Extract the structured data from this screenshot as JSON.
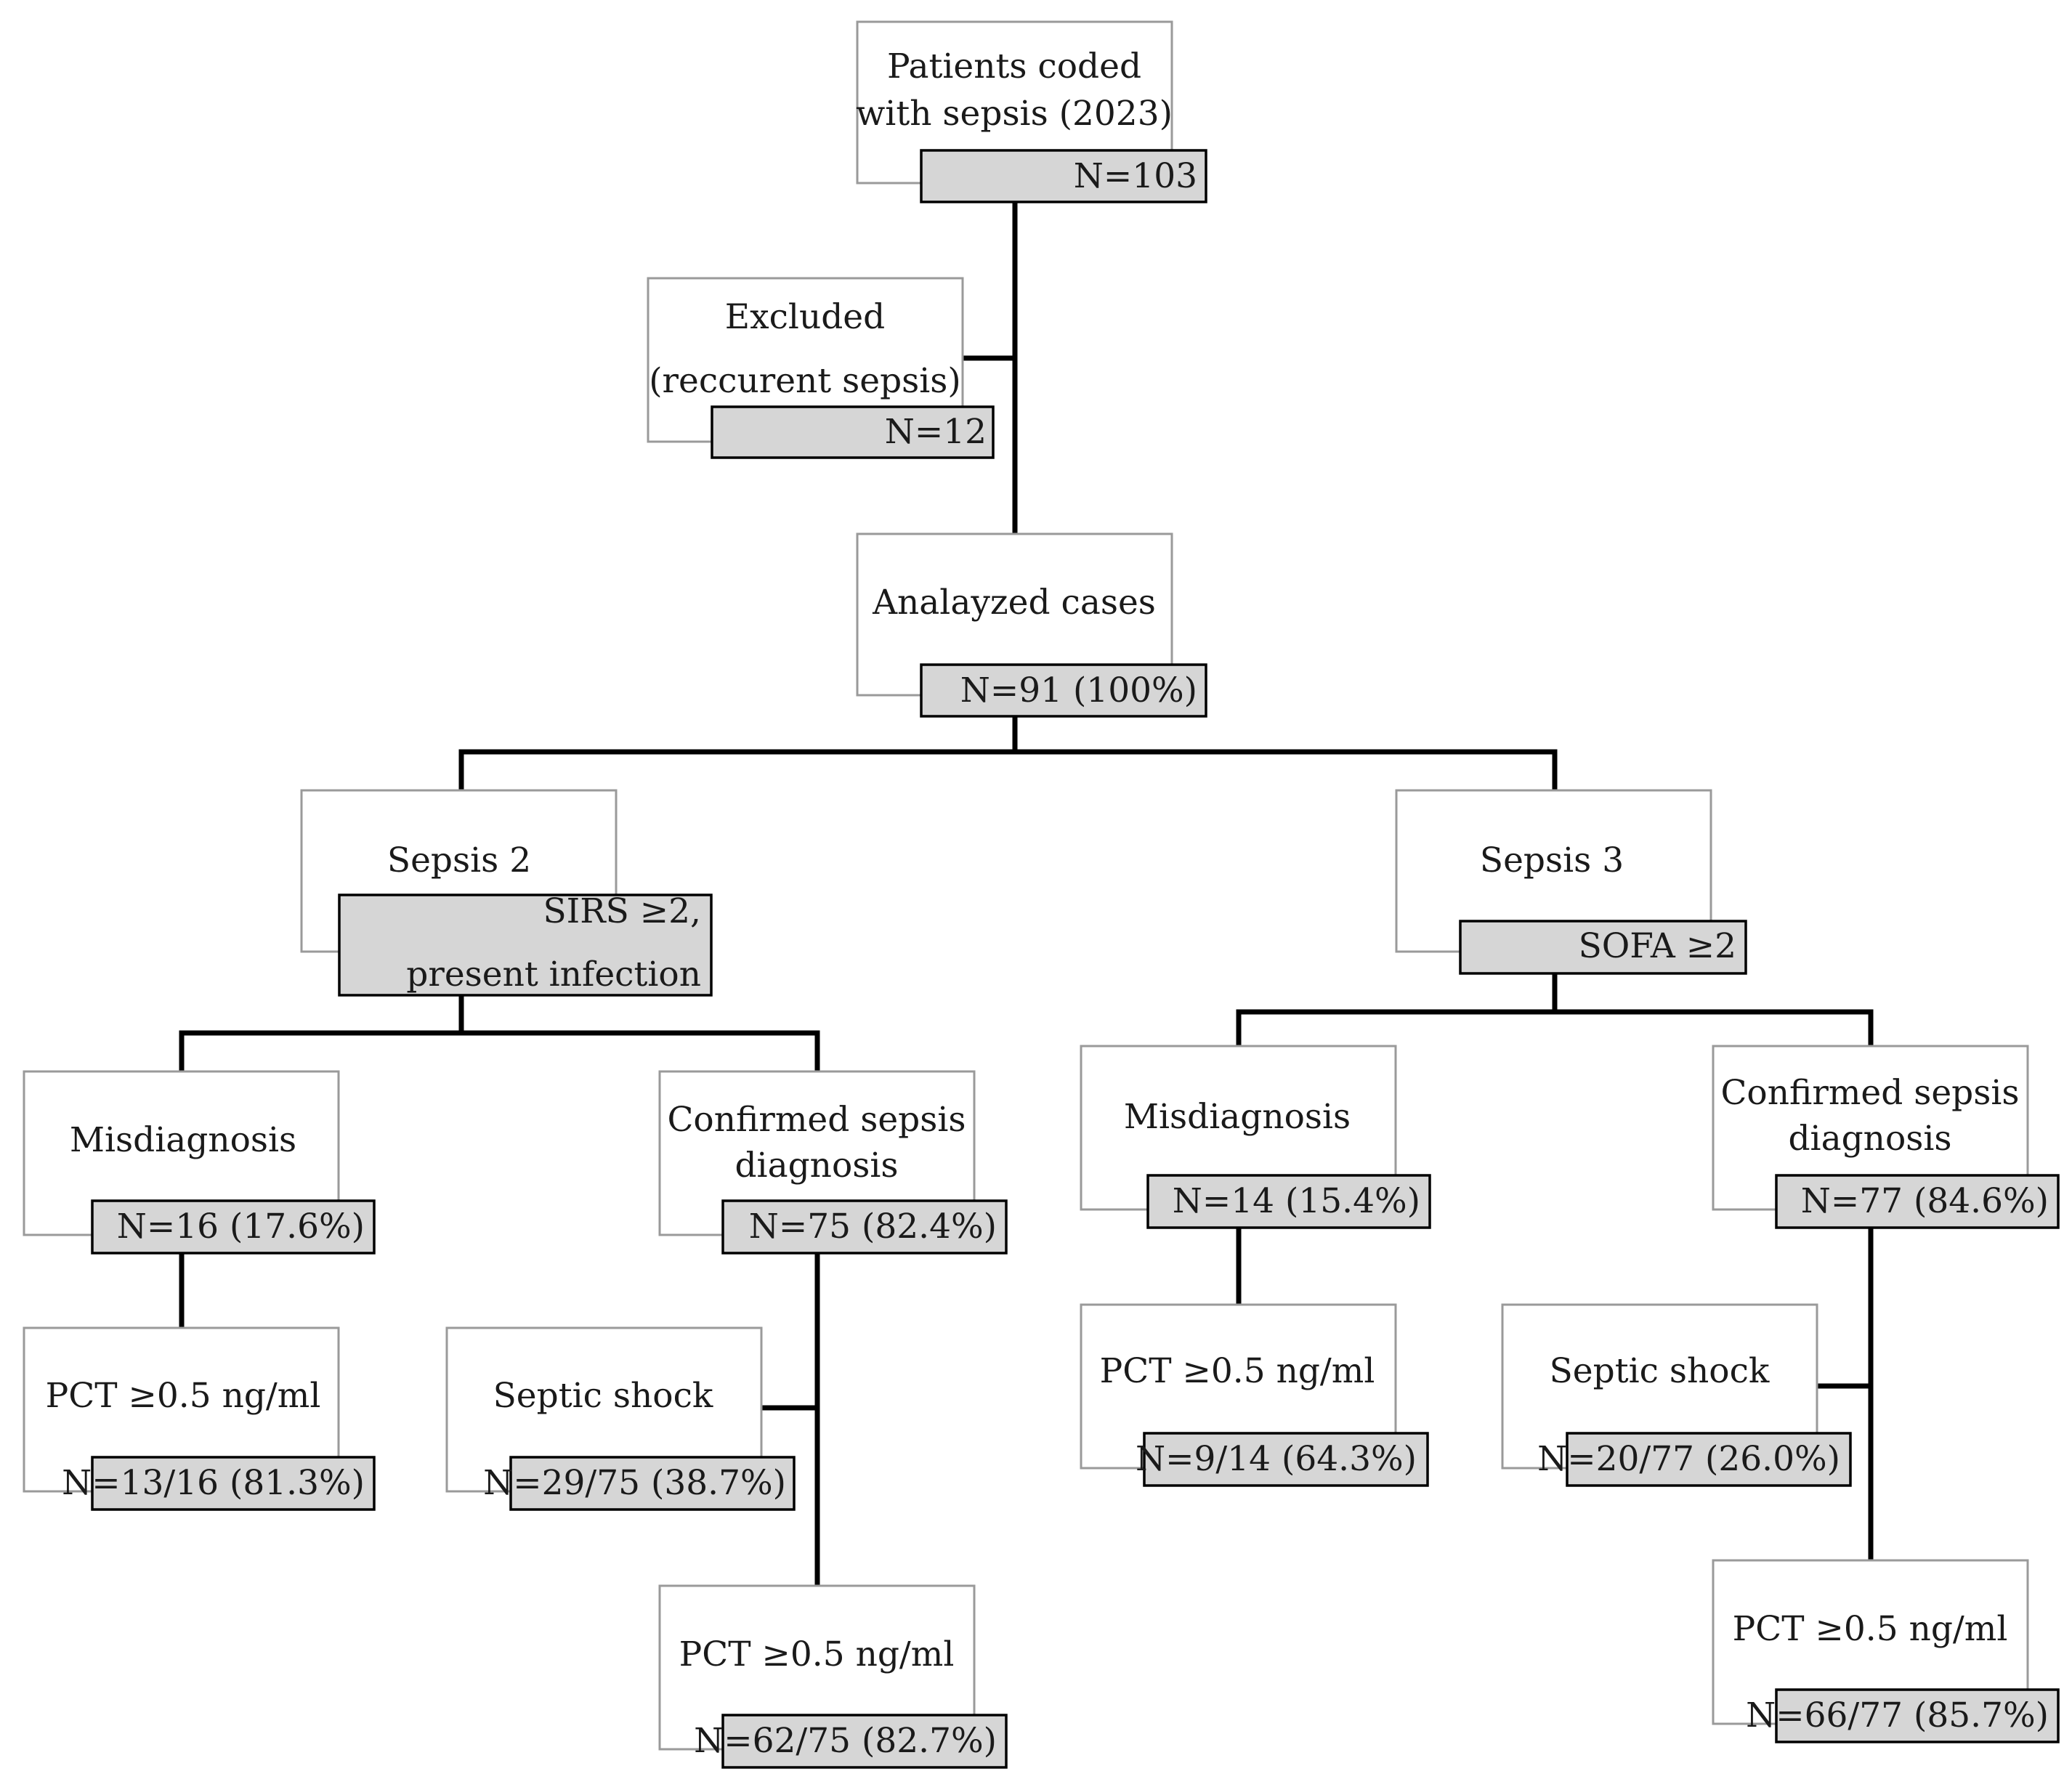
{
  "nodes": {
    "coded": {
      "label_line1": "Patients coded",
      "label_line2": "with sepsis (2023)",
      "count": "N=103"
    },
    "excluded": {
      "label_line1": "Excluded",
      "label_line2": "(reccurent sepsis)",
      "count": "N=12"
    },
    "analyzed": {
      "label": "Analayzed cases",
      "count": "N=91 (100%)"
    },
    "sepsis2": {
      "label": "Sepsis 2",
      "criteria_line1": "SIRS ≥2,",
      "criteria_line2": "present  infection"
    },
    "sepsis3": {
      "label": "Sepsis 3",
      "criteria": "SOFA ≥2"
    },
    "s2_misdiagnosis": {
      "label": "Misdiagnosis",
      "count": "N=16 (17.6%)"
    },
    "s2_confirmed": {
      "label_line1": "Confirmed sepsis",
      "label_line2": "diagnosis",
      "count": "N=75 (82.4%)"
    },
    "s2_mis_pct": {
      "label": "PCT ≥0.5 ng/ml",
      "count": "N=13/16 (81.3%)"
    },
    "s2_shock": {
      "label": "Septic shock",
      "count": "N=29/75 (38.7%)"
    },
    "s2_conf_pct": {
      "label": "PCT ≥0.5 ng/ml",
      "count": "N=62/75 (82.7%)"
    },
    "s3_misdiagnosis": {
      "label": "Misdiagnosis",
      "count": "N=14 (15.4%)"
    },
    "s3_confirmed": {
      "label_line1": "Confirmed sepsis",
      "label_line2": "diagnosis",
      "count": "N=77 (84.6%)"
    },
    "s3_mis_pct": {
      "label": "PCT ≥0.5 ng/ml",
      "count": "N=9/14 (64.3%)"
    },
    "s3_shock": {
      "label": "Septic shock",
      "count": "N=20/77 (26.0%)"
    },
    "s3_conf_pct": {
      "label": "PCT ≥0.5 ng/ml",
      "count": "N=66/77 (85.7%)"
    }
  }
}
